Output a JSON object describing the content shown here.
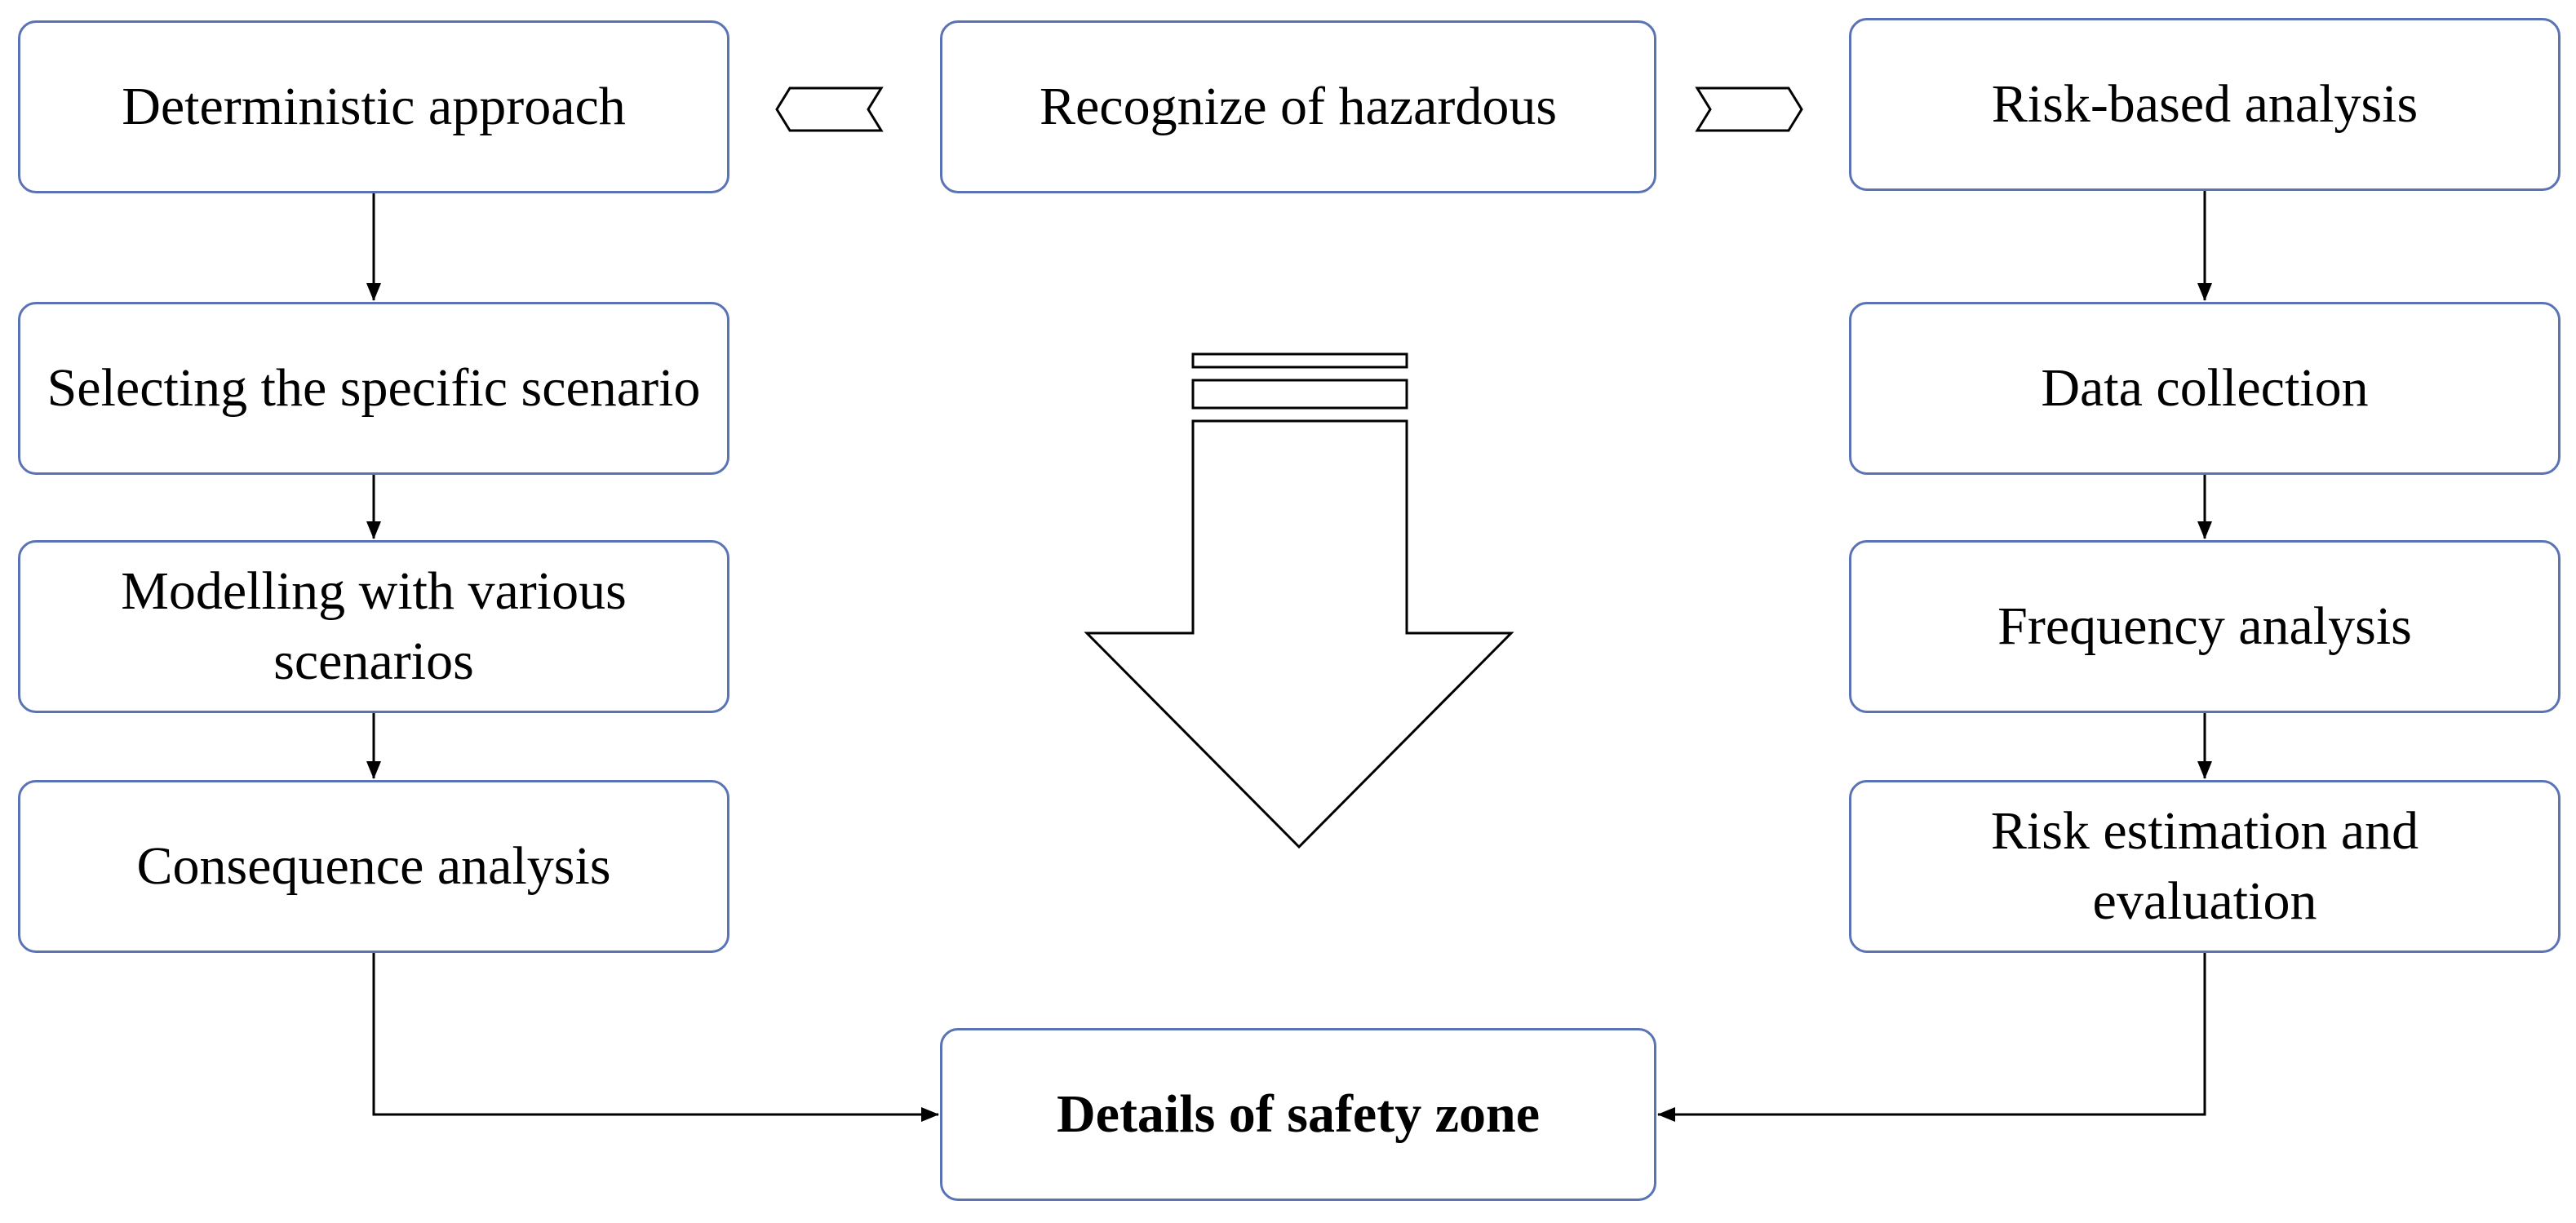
{
  "diagram": {
    "nodes": {
      "recognize": "Recognize of hazardous",
      "deterministic": "Deterministic approach",
      "risk_based": "Risk-based analysis",
      "selecting": "Selecting the specific scenario",
      "modelling": "Modelling with various scenarios",
      "consequence": "Consequence analysis",
      "data_collection": "Data collection",
      "frequency": "Frequency analysis",
      "risk_estimation": "Risk estimation and evaluation",
      "details": "Details of safety zone"
    },
    "edges": [
      {
        "from": "recognize",
        "to": "deterministic"
      },
      {
        "from": "recognize",
        "to": "risk_based"
      },
      {
        "from": "deterministic",
        "to": "selecting"
      },
      {
        "from": "selecting",
        "to": "modelling"
      },
      {
        "from": "modelling",
        "to": "consequence"
      },
      {
        "from": "consequence",
        "to": "details"
      },
      {
        "from": "risk_based",
        "to": "data_collection"
      },
      {
        "from": "data_collection",
        "to": "frequency"
      },
      {
        "from": "frequency",
        "to": "risk_estimation"
      },
      {
        "from": "risk_estimation",
        "to": "details"
      }
    ],
    "colors": {
      "box_border": "#5a73b5",
      "line": "#000000",
      "arrow_outline": "#000000",
      "background": "#ffffff"
    }
  }
}
